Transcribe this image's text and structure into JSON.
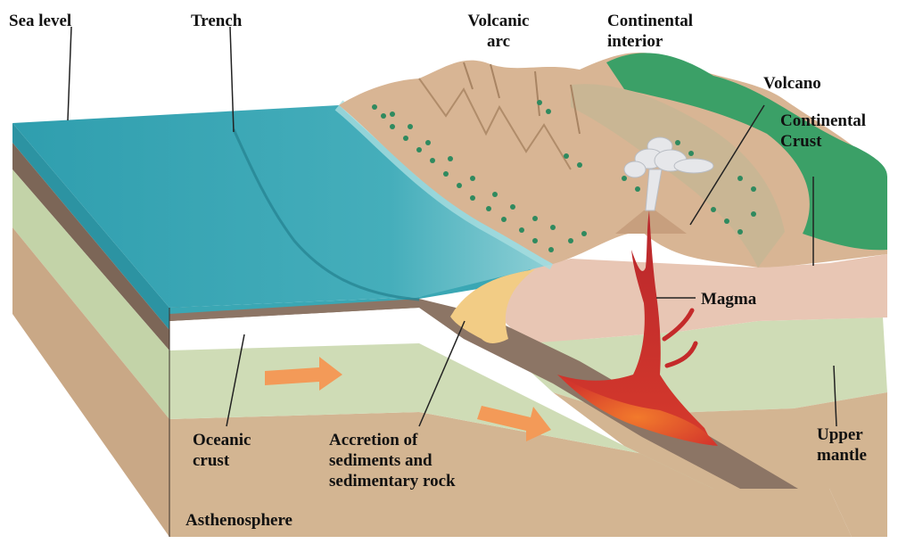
{
  "labels": {
    "sea_level": "Sea level",
    "trench": "Trench",
    "volcanic_arc": [
      "Volcanic",
      "arc"
    ],
    "continental_interior": [
      "Continental",
      "interior"
    ],
    "volcano": "Volcano",
    "continental_crust": [
      "Continental",
      "Crust"
    ],
    "magma": "Magma",
    "oceanic_crust": [
      "Oceanic",
      "crust"
    ],
    "accretion": [
      "Accretion of",
      "sediments and",
      "sedimentary rock"
    ],
    "upper_mantle": [
      "Upper",
      "mantle"
    ],
    "asthenosphere": "Asthenosphere"
  },
  "colors": {
    "ocean": "#3aa7b4",
    "ocean_edge": "#7dc7cf",
    "oceanic_crust": "#8c7565",
    "lithosphere_mantle": "#cfdcb6",
    "asthenosphere": "#d3b592",
    "continental_crust": "#e8c6b4",
    "land_tan": "#d8b594",
    "land_green": "#39a066",
    "magma": "#c42a2a",
    "sediment": "#f2cc85",
    "arrow": "#f39a58"
  }
}
